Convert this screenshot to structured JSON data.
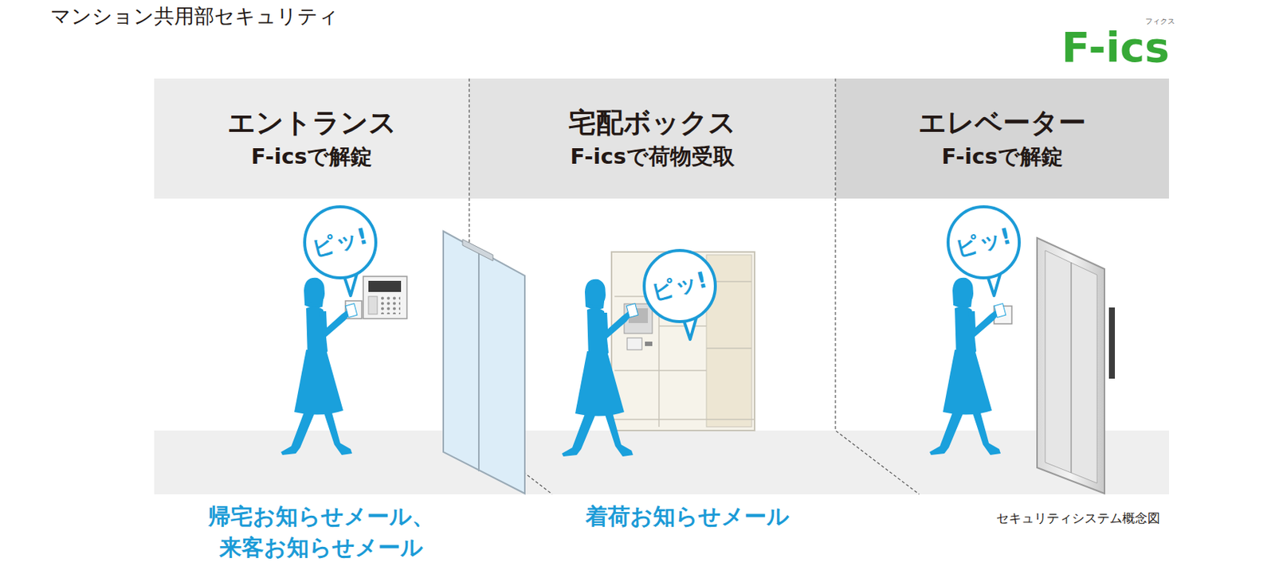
{
  "diagram": {
    "title": "マンション共用部セキュリティ",
    "caption": "セキュリティシステム概念図",
    "nodes": [
      {
        "text": [
          "エントランス",
          "F-icsで解錠"
        ]
      },
      {
        "text": [
          "宅配ボックス",
          "F-icsで荷物受取"
        ]
      },
      {
        "text": [
          "エレベーター",
          "F-icsで解錠"
        ]
      },
      {
        "text": [
          "ピッ!"
        ]
      },
      {
        "text": [
          "ピッ!"
        ]
      },
      {
        "text": [
          "ピッ!"
        ]
      }
    ],
    "labels": [
      "フィクス",
      "F-ics",
      "帰宅お知らせメール、 来客お知らせメール",
      "着荷お知らせメール"
    ]
  }
}
